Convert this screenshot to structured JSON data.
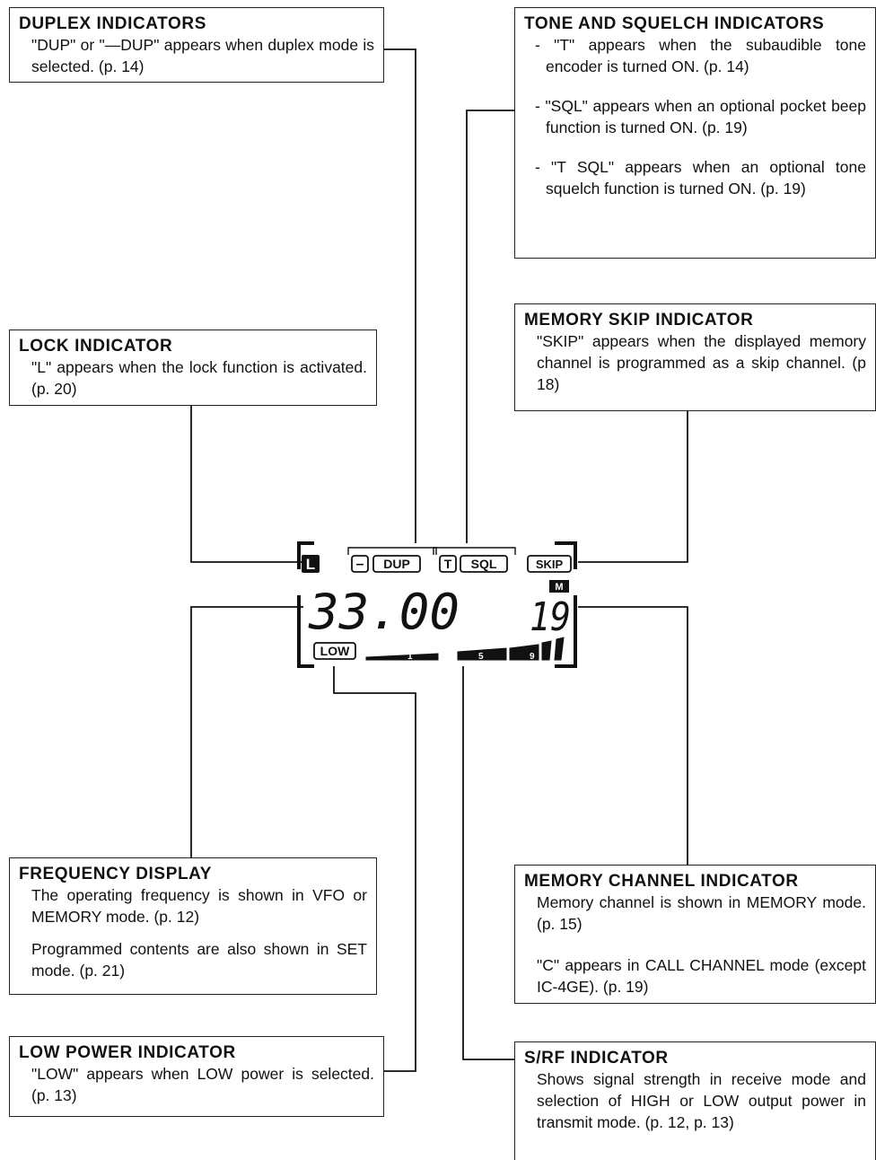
{
  "duplex": {
    "title": "DUPLEX INDICATORS",
    "text": "\"DUP\" or \"—DUP\" appears when duplex mode is selected. (p. 14)"
  },
  "tone_squelch": {
    "title": "TONE AND SQUELCH INDICATORS",
    "items": [
      "- \"T\" appears when the subaudible tone encoder is turned ON. (p. 14)",
      "- \"SQL\" appears when an optional pocket beep function is turned ON. (p. 19)",
      "- \"T SQL\" appears when an optional tone squelch function is turned ON. (p. 19)"
    ]
  },
  "memory_skip": {
    "title": "MEMORY SKIP INDICATOR",
    "text": "\"SKIP\" appears when the displayed memory channel is programmed as a skip channel. (p 18)"
  },
  "lock": {
    "title": "LOCK INDICATOR",
    "text": "\"L\" appears when the lock function is activated. (p. 20)"
  },
  "frequency": {
    "title": "FREQUENCY DISPLAY",
    "text1": "The operating frequency is shown in VFO or MEMORY mode. (p. 12)",
    "text2": "Programmed contents are also shown in SET mode. (p. 21)"
  },
  "memory_channel": {
    "title": "MEMORY CHANNEL INDICATOR",
    "text1": "Memory channel is shown in MEMORY mode. (p. 15)",
    "text2": "\"C\" appears in CALL CHANNEL mode (except IC-4GE). (p. 19)"
  },
  "low_power": {
    "title": "LOW POWER INDICATOR",
    "text": "\"LOW\" appears when LOW power is selected. (p. 13)"
  },
  "srf": {
    "title": "S/RF INDICATOR",
    "text": "Shows signal strength in receive mode and selection of HIGH or LOW output power in transmit mode. (p. 12, p. 13)"
  },
  "lcd": {
    "lock_glyph": "L",
    "minus_glyph": "–",
    "dup_label": "DUP",
    "t_label": "T",
    "sql_label": "SQL",
    "skip_label": "SKIP",
    "m_label": "M",
    "frequency": "33.00",
    "channel": "19",
    "low_label": "LOW",
    "meter_marks": [
      "1",
      "5",
      "9"
    ]
  }
}
